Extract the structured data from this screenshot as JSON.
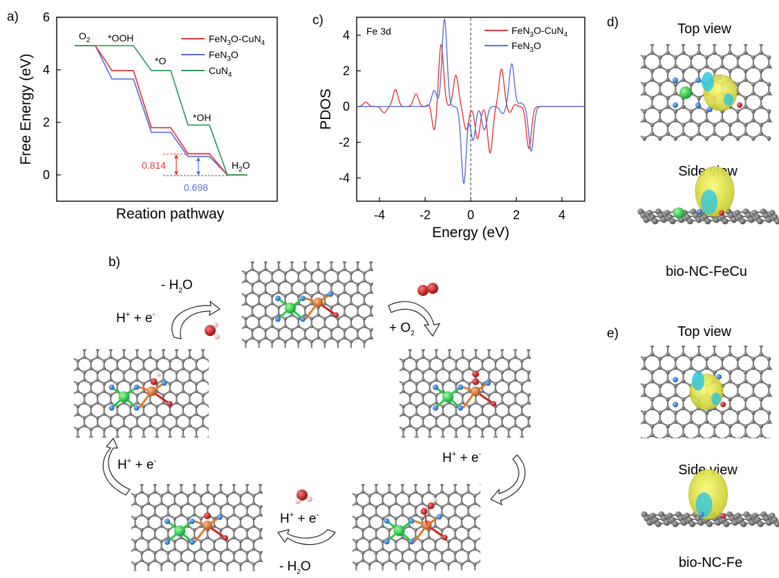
{
  "panels": {
    "a": "a)",
    "b": "b)",
    "c": "c)",
    "d": "d)",
    "e": "e)"
  },
  "colors": {
    "fen3o_cun4": "#e0393e",
    "fen3o": "#5a6fd6",
    "cun4": "#2e9a5a",
    "carbon": "#6f6f6f",
    "nitrogen": "#2f7fd8",
    "oxygen": "#d01f1f",
    "iron": "#e0782a",
    "copper": "#22cc44",
    "density_yellow": "#e6e63a",
    "density_cyan": "#2fc8e0"
  },
  "chart_data": [
    {
      "type": "line",
      "panel": "a",
      "ylabel": "Free Energy (eV)",
      "xlabel": "Reation pathway",
      "ylim": [
        -1,
        6
      ],
      "yticks": [
        0,
        2,
        4,
        6
      ],
      "states": [
        "O2",
        "*OOH",
        "*O",
        "*OH",
        "H2O"
      ],
      "state_labels": {
        "O2": "O",
        "O2_sub": "2",
        "OOH": "*OOH",
        "O": "*O",
        "OH": "*OH",
        "H2O": "H",
        "H2O_sub": "2",
        "H2O_tail": "O"
      },
      "series": [
        {
          "name": "FeN3O-CuN4",
          "legend": "FeN",
          "legend_sub1": "3",
          "legend_mid": "O-CuN",
          "legend_sub2": "4",
          "values": [
            4.92,
            3.97,
            1.8,
            0.81,
            0.0
          ]
        },
        {
          "name": "FeN3O",
          "legend": "FeN",
          "legend_sub1": "3",
          "legend_mid": "O",
          "legend_sub2": "",
          "values": [
            4.92,
            3.65,
            1.62,
            0.7,
            0.0
          ]
        },
        {
          "name": "CuN4",
          "legend": "CuN",
          "legend_sub1": "4",
          "legend_mid": "",
          "legend_sub2": "",
          "values": [
            4.92,
            4.92,
            3.97,
            1.9,
            0.0
          ]
        }
      ],
      "annotations": {
        "red_gap": "0.814",
        "blue_gap": "0.698"
      }
    },
    {
      "type": "line",
      "panel": "c",
      "title": "Fe 3d",
      "xlabel": "Energy (eV)",
      "ylabel": "PDOS",
      "xlim": [
        -5,
        5
      ],
      "ylim": [
        -5.3,
        5.0
      ],
      "xticks": [
        -4,
        -2,
        0,
        2,
        4
      ],
      "yticks": [
        -4,
        -2,
        0,
        2,
        4
      ],
      "fermi_level": 0,
      "series": [
        {
          "name": "FeN3O-CuN4",
          "legend": "FeN",
          "legend_sub1": "3",
          "legend_mid": "O-CuN",
          "legend_sub2": "4",
          "up_peaks": [
            [
              -4.6,
              0.25
            ],
            [
              -3.3,
              0.95
            ],
            [
              -2.4,
              0.7
            ],
            [
              -1.75,
              0.3
            ],
            [
              -1.3,
              3.5
            ],
            [
              -0.65,
              1.75
            ],
            [
              1.35,
              2.1
            ],
            [
              1.85,
              0.3
            ]
          ],
          "down_peaks": [
            [
              -3.8,
              -0.35
            ],
            [
              -1.6,
              -1.5
            ],
            [
              -0.2,
              -1.3
            ],
            [
              0.3,
              -1.8
            ],
            [
              0.85,
              -2.6
            ],
            [
              1.75,
              -0.5
            ],
            [
              2.55,
              -2.35
            ]
          ]
        },
        {
          "name": "FeN3O",
          "legend": "FeN",
          "legend_sub1": "3",
          "legend_mid": "O",
          "legend_sub2": "",
          "up_peaks": [
            [
              -1.6,
              0.9
            ],
            [
              -1.15,
              4.9
            ],
            [
              -0.2,
              0.3
            ],
            [
              1.8,
              2.4
            ],
            [
              2.2,
              0.2
            ]
          ],
          "down_peaks": [
            [
              -0.3,
              -4.5
            ],
            [
              0.1,
              -1.9
            ],
            [
              0.6,
              -1.3
            ],
            [
              1.4,
              -0.4
            ],
            [
              2.65,
              -2.5
            ]
          ]
        }
      ]
    }
  ],
  "panel_b": {
    "minus_h2o_top": "- H",
    "minus_h2o_top_sub": "2",
    "minus_h2o_top_tail": "O",
    "h_e_left_top": "H",
    "plus_o2": "+ O",
    "plus_o2_sub": "2",
    "h_e_right": "H",
    "h_e_left_bottom": "H",
    "h_e_middle": "H",
    "minus_h2o_bottom": "- H",
    "minus_h2o_bottom_sub": "2",
    "minus_h2o_bottom_tail": "O",
    "plus_sup": "+",
    "e_part": " + e",
    "minus_sup": "-"
  },
  "panel_d": {
    "top_view": "Top view",
    "side_view": "Side view",
    "name": "bio-NC-FeCu"
  },
  "panel_e": {
    "top_view": "Top view",
    "side_view": "Side view",
    "name": "bio-NC-Fe"
  }
}
